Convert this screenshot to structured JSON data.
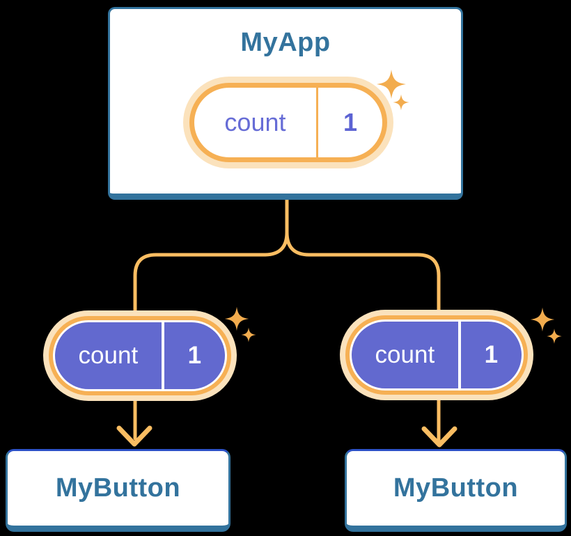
{
  "root_node": {
    "title": "MyApp",
    "state_pill": {
      "key": "count",
      "value": "1"
    }
  },
  "child_nodes": [
    {
      "title": "MyButton",
      "prop_pill": {
        "key": "count",
        "value": "1"
      }
    },
    {
      "title": "MyButton",
      "prop_pill": {
        "key": "count",
        "value": "1"
      }
    }
  ],
  "colors": {
    "background": "#000000",
    "node_fill": "#FFFFFF",
    "node_border": "#33739D",
    "node_title_text": "#33739D",
    "child_border_top_highlight": "#2C51C6",
    "pill_halo_ring": "#FBE2BC",
    "pill_orange_ring": "#F6B054",
    "pill_solid_fill": "#6269CF",
    "pill_light_text": "#666CD6",
    "pill_light_value_text": "#5C63D3",
    "pill_solid_text": "#FFFFFF",
    "connector_line": "#FABD62",
    "sparkle": "#F2AC4E"
  }
}
